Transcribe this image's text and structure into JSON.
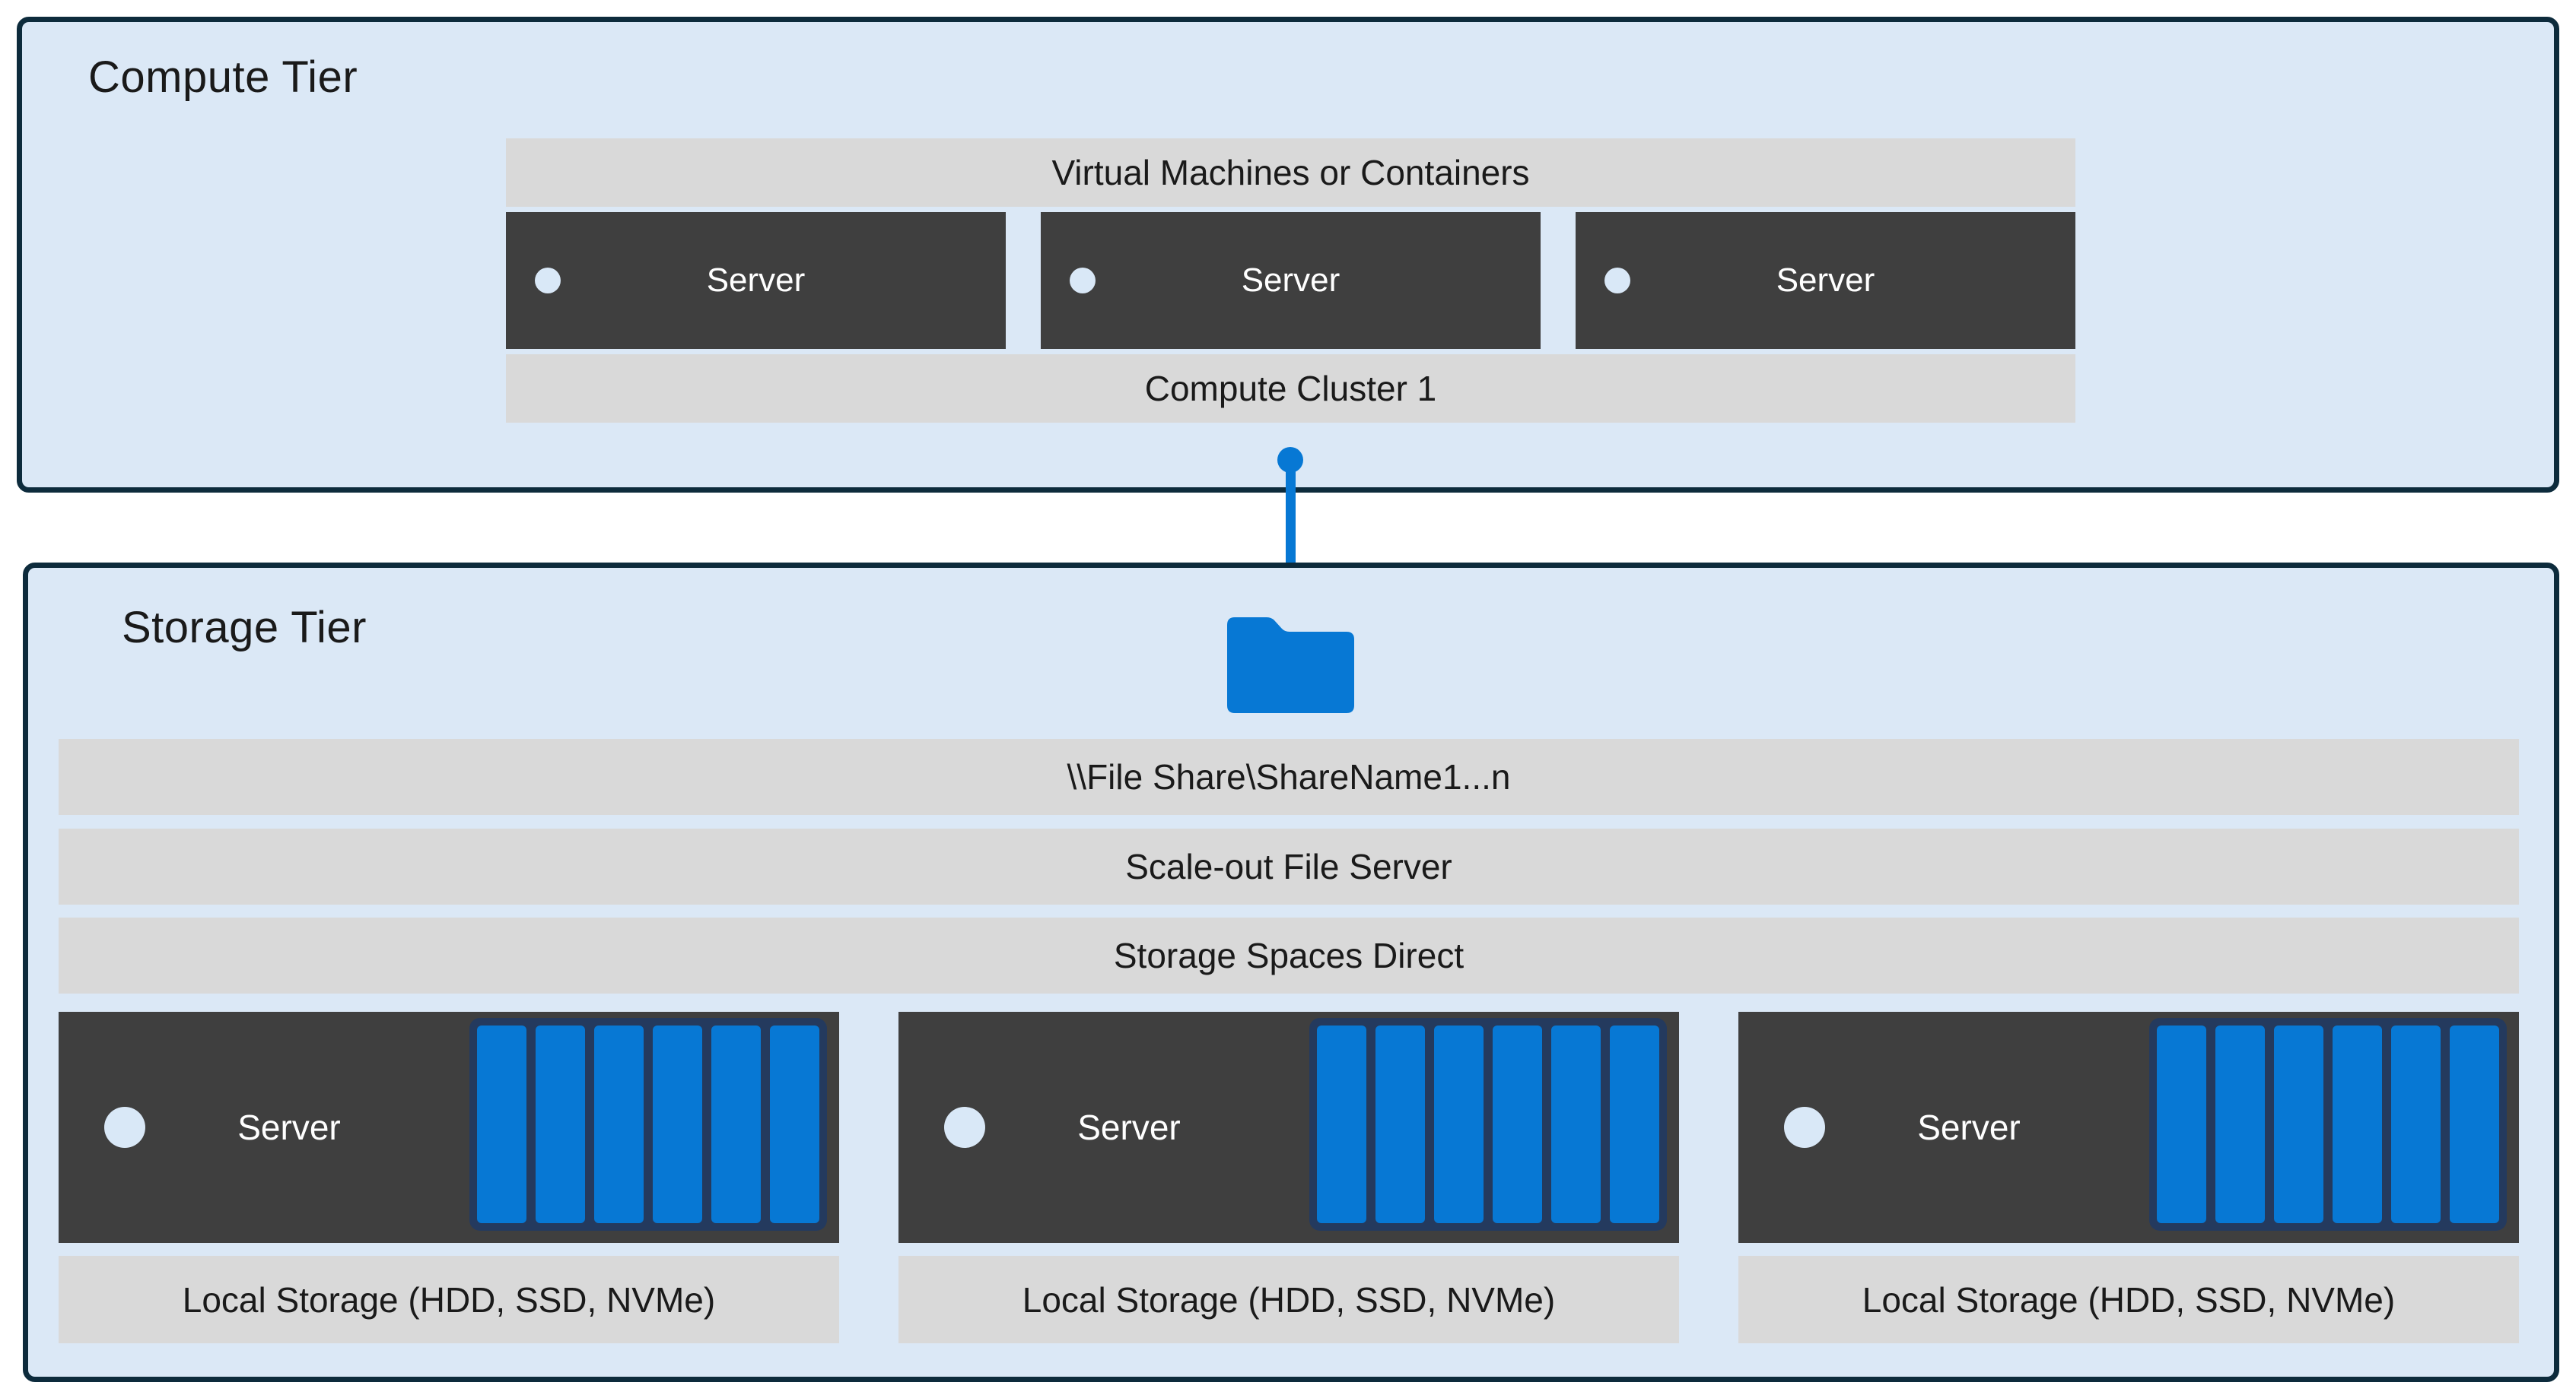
{
  "colors": {
    "panel_fill": "#dbe8f6",
    "panel_border": "#0d2b3c",
    "bar_fill": "#d9d9d9",
    "server_fill": "#3f3f3f",
    "accent_blue": "#0778d4",
    "disk_frame": "#243a5e",
    "dot_fill": "#d9e8f7",
    "text_dark": "#1a1a1a",
    "text_light": "#ffffff"
  },
  "compute_tier": {
    "title": "Compute Tier",
    "vm_bar_label": "Virtual Machines or Containers",
    "servers": [
      {
        "label": "Server"
      },
      {
        "label": "Server"
      },
      {
        "label": "Server"
      }
    ],
    "cluster_bar_label": "Compute Cluster 1"
  },
  "connector": {
    "icon": "folder-icon",
    "link": "connector-between-tiers"
  },
  "storage_tier": {
    "title": "Storage Tier",
    "file_share_bar_label": "\\\\File Share\\ShareName1...n",
    "scale_out_bar_label": "Scale-out File Server",
    "s2d_bar_label": "Storage Spaces Direct",
    "nodes": [
      {
        "label": "Server",
        "disk_count": 6,
        "local_storage_label": "Local Storage (HDD, SSD, NVMe)"
      },
      {
        "label": "Server",
        "disk_count": 6,
        "local_storage_label": "Local Storage (HDD, SSD, NVMe)"
      },
      {
        "label": "Server",
        "disk_count": 6,
        "local_storage_label": "Local Storage (HDD, SSD, NVMe)"
      }
    ]
  }
}
